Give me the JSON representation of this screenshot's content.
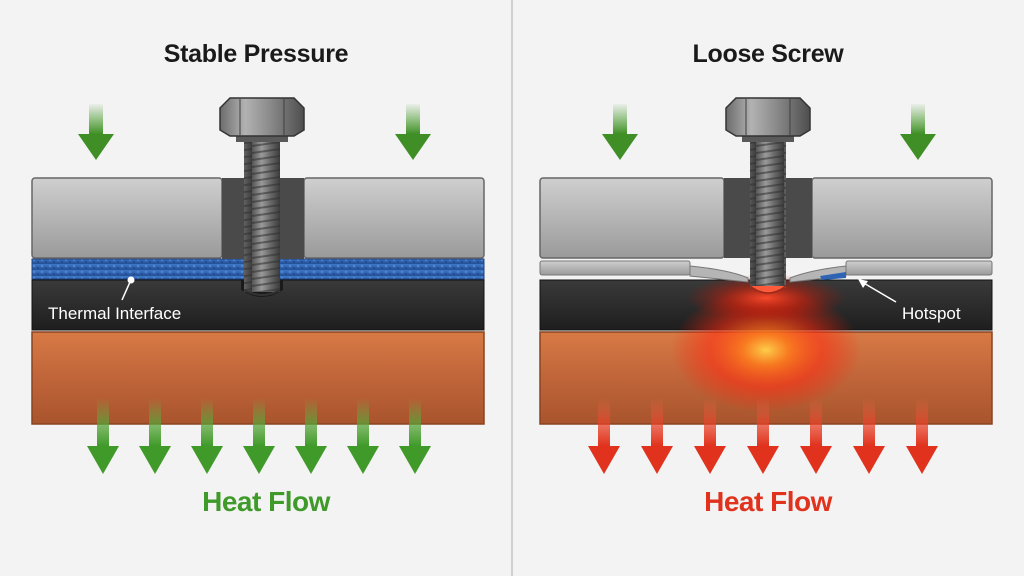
{
  "panels": [
    {
      "id": "stable",
      "title": "Stable Pressure",
      "callout": "Thermal Interface",
      "heat_label": "Heat Flow"
    },
    {
      "id": "loose",
      "title": "Loose Screw",
      "callout": "Hotspot",
      "heat_label": "Heat Flow"
    }
  ],
  "colors": {
    "pressure_arrow": "#4a9a2e",
    "heat_flow_good": "#3f9a2a",
    "heat_flow_bad": "#e0321c",
    "steel": "#9a9a9a",
    "thermal_pad": "#2f63b3",
    "pcb": "#2b2b2b",
    "copper": "#c86a3c",
    "hotspot": "#ff3a10"
  },
  "icons": [
    "hex-bolt-icon",
    "arrow-down-icon"
  ]
}
